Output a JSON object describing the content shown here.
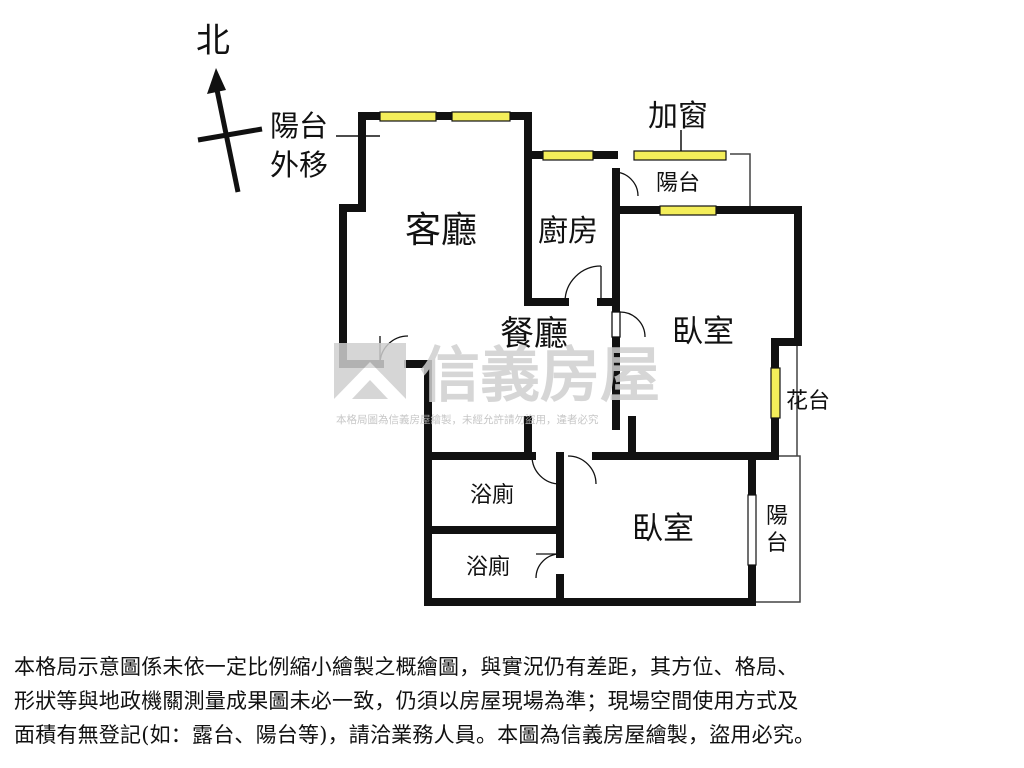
{
  "compass": {
    "north": "北"
  },
  "annotations": {
    "balcony_moved_line1": "陽台",
    "balcony_moved_line2": "外移",
    "added_window": "加窗"
  },
  "rooms": {
    "living_room": "客廳",
    "kitchen": "廚房",
    "balcony_top": "陽台",
    "dining_room": "餐廳",
    "bedroom_1": "臥室",
    "planter": "花台",
    "bathroom_1": "浴廁",
    "bathroom_2": "浴廁",
    "bedroom_2": "臥室",
    "balcony_right_line1": "陽",
    "balcony_right_line2": "台"
  },
  "watermark": {
    "brand": "信義房屋",
    "notice": "本格局圖為信義房屋繪製，未經允許請勿盜用，違者必究"
  },
  "disclaimer": {
    "line1": "本格局示意圖係未依一定比例縮小繪製之概繪圖，與實況仍有差距，其方位、格局、",
    "line2": "形狀等與地政機關測量成果圖未必一致，仍須以房屋現場為準；現場空間使用方式及",
    "line3": "面積有無登記(如：露台、陽台等)，請洽業務人員。本圖為信義房屋繪製，盜用必究。"
  },
  "colors": {
    "wall": "#111111",
    "window": "#f4ee5a",
    "watermark": "#cfcfcf"
  }
}
